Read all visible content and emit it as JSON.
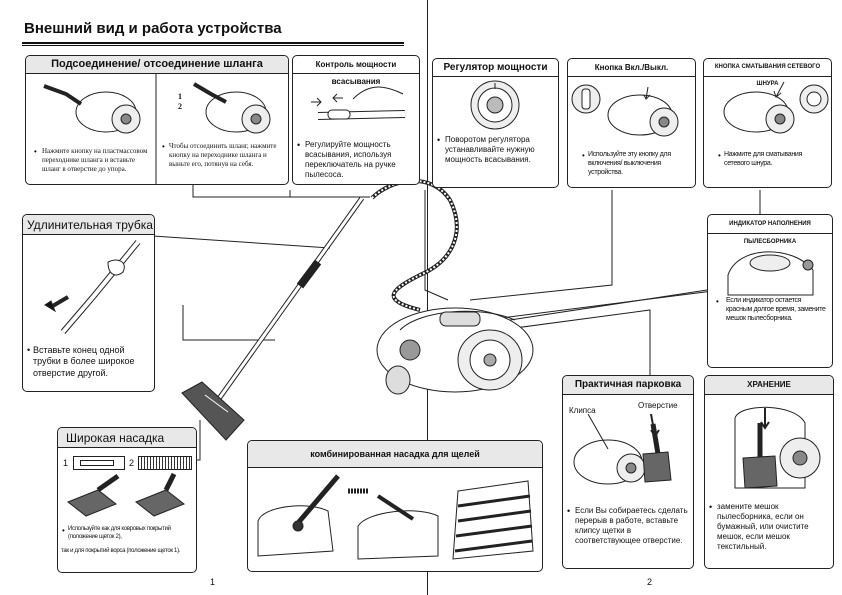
{
  "page_title": "Внешний вид и работа устройства",
  "hose": {
    "title": "Подсоединение/ отсоединение шланга",
    "left_text": "Нажмите кнопку на пластмассовом переходнике шланга и вставьте шланг в отверстие до упора.",
    "right_text": "Чтобы отсоединить шланг, нажмите кнопку на переходнике шланга и выньте его, потянув на себя.",
    "step1": "1",
    "step2": "2"
  },
  "suction": {
    "title": "Контроль мощности всасывания",
    "text": "Регулируйте мощность всасывания, используя переключатель на ручке пылесоса."
  },
  "power": {
    "title": "Регулятор мощности",
    "text": "Поворотом регулятора устанавливайте нужную мощность всасывания."
  },
  "onoff": {
    "title": "Кнопка Вкл./Выкл.",
    "text": "Используйте эту кнопку для включения/ выключения устройства."
  },
  "cord": {
    "title": "КНОПКА СМАТЫВАНИЯ СЕТЕВОГО ШНУРА",
    "text": "Нажмите для сматывания сетевого шнура."
  },
  "tube": {
    "title": "Удлинительная трубка",
    "text": "Вставьте конец одной трубки в более широкое отверстие другой."
  },
  "indicator": {
    "title": "ИНДИКАТОР НАПОЛНЕНИЯ ПЫЛЕСБОРНИКА",
    "text": "Если индикатор остается красным долгое время, замените мешок пылесборника."
  },
  "nozzle": {
    "title": "Широкая насадка",
    "n1": "1",
    "n2": "2",
    "text1": "Используйте как для ковровых покрытий (положение щеток 2),",
    "text2": "так и для покрытий ворса (положение щеток 1)."
  },
  "crevice": {
    "title": "комбинированная насадка для щелей"
  },
  "parking": {
    "title": "Практичная парковка",
    "label_clip": "Клипса",
    "label_hole": "Отверстие",
    "text": "Если Вы собираетесь сделать перерыв в работе, вставьте клипсу щетки в соответствующее отверстие."
  },
  "storage": {
    "title": "ХРАНЕНИЕ",
    "text": "замените мешок пылесборника, если он бумажный, или очистите мешок, если мешок текстильный."
  },
  "page_numbers": [
    "1",
    "2"
  ],
  "bullet": "•"
}
